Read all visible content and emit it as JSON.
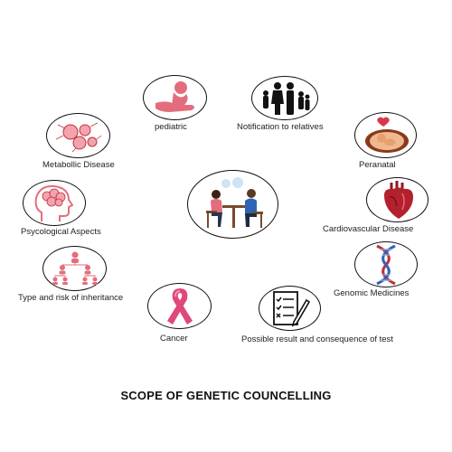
{
  "title": "SCOPE OF GENETIC COUNCELLING",
  "center": {
    "icon": "counselling-session-icon"
  },
  "topics": [
    {
      "id": "pediatric",
      "label": "pediatric",
      "icon": "baby-in-hand-icon"
    },
    {
      "id": "notification",
      "label": "Notification to relatives",
      "icon": "family-silhouette-icon"
    },
    {
      "id": "metabolic",
      "label": "Metabollic Disease",
      "icon": "metabolic-cells-icon"
    },
    {
      "id": "peranatal",
      "label": "Peranatal",
      "icon": "fetus-heart-icon"
    },
    {
      "id": "psycological",
      "label": "Psycological Aspects",
      "icon": "head-brain-icon"
    },
    {
      "id": "cardiovascular",
      "label": "Cardiovascular Disease",
      "icon": "heart-organ-icon"
    },
    {
      "id": "genomic",
      "label": "Genomic Medicines",
      "icon": "dna-helix-icon"
    },
    {
      "id": "inheritance",
      "label": "Type and risk of inheritance",
      "icon": "pedigree-tree-icon"
    },
    {
      "id": "cancer",
      "label": "Cancer",
      "icon": "cancer-ribbon-icon"
    },
    {
      "id": "test-result",
      "label": "Possible result and consequence of test",
      "icon": "checklist-pen-icon"
    }
  ],
  "colors": {
    "pink": "#e46d7d",
    "red": "#c0303a",
    "outline": "#111111",
    "dark": "#1e2a44",
    "blue": "#2f63b7"
  }
}
